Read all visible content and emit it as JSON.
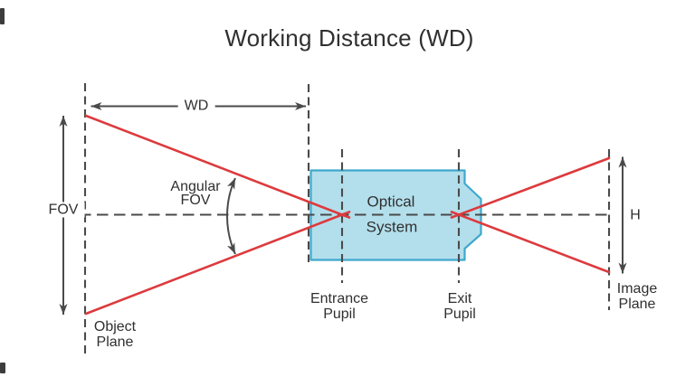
{
  "title": "Working Distance (WD)",
  "labels": {
    "wd": "WD",
    "fov": "FOV",
    "h": "H",
    "angular_fov": {
      "line1": "Angular",
      "line2": "FOV"
    },
    "optical_system": {
      "line1": "Optical",
      "line2": "System"
    },
    "entrance_pupil": {
      "line1": "Entrance",
      "line2": "Pupil"
    },
    "exit_pupil": {
      "line1": "Exit",
      "line2": "Pupil"
    },
    "object_plane": {
      "line1": "Object",
      "line2": "Plane"
    },
    "image_plane": {
      "line1": "Image",
      "line2": "Plane"
    }
  },
  "colors": {
    "ray_red": "#dd3a3d",
    "optics_fill": "#b3dfec",
    "optics_stroke": "#3fa8cc",
    "line_gray": "#4a4a4a",
    "text_color": "#303030",
    "bg": "#ffffff"
  }
}
